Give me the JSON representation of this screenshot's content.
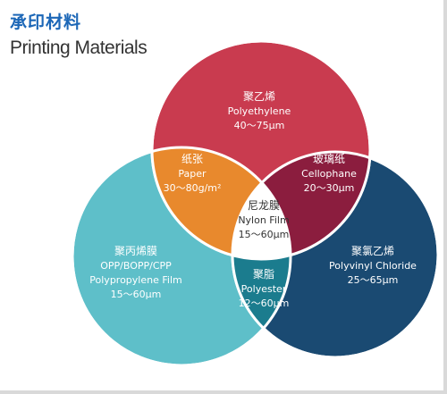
{
  "header": {
    "title_cn": "承印材料",
    "title_en": "Printing Materials"
  },
  "colors": {
    "polyethylene": "#c93b4f",
    "pvc": "#1a4a72",
    "opp": "#5ebfc9",
    "paper": "#e8892d",
    "cellophane": "#8b1d3e",
    "polyester": "#1b7c8e",
    "nylon": "#ffffff"
  },
  "regions": {
    "polyethylene": {
      "cn": "聚乙烯",
      "en": "Polyethylene",
      "range": "40～75μm"
    },
    "pvc": {
      "cn": "聚氯乙烯",
      "en": "Polyvinyl Chloride",
      "range": "25～65μm"
    },
    "opp": {
      "cn": "聚丙烯膜",
      "en1": "OPP/BOPP/CPP",
      "en2": "Polypropylene Film",
      "range": "15～60μm"
    },
    "paper": {
      "cn": "纸张",
      "en": "Paper",
      "range": "30～80g/m²"
    },
    "cellophane": {
      "cn": "玻璃纸",
      "en": "Cellophane",
      "range": "20～30μm"
    },
    "polyester": {
      "cn": "聚脂",
      "en": "Polyester",
      "range": "12～60μm"
    },
    "nylon": {
      "cn": "尼龙膜",
      "en": "Nylon Film",
      "range": "15～60μm"
    }
  }
}
